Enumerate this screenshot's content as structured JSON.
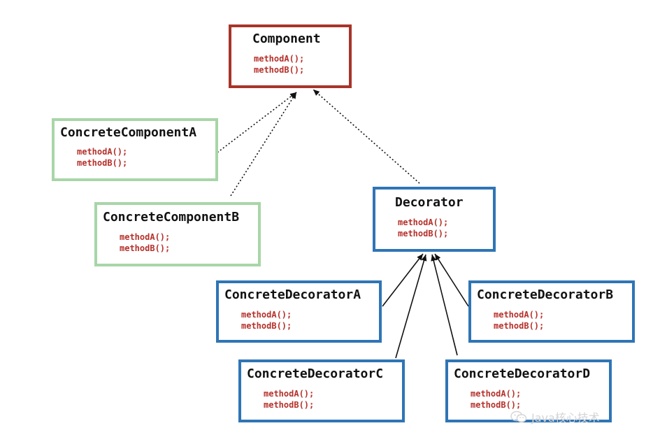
{
  "colors": {
    "component_border": "#a8342a",
    "concrete_component_border": "#a8d5a8",
    "decorator_border": "#2f75b5",
    "method_text": "#b5302a"
  },
  "classes": {
    "component": {
      "name": "Component",
      "methods": [
        "methodA();",
        "methodB();"
      ]
    },
    "concrete_component_a": {
      "name": "ConcreteComponentA",
      "methods": [
        "methodA();",
        "methodB();"
      ]
    },
    "concrete_component_b": {
      "name": "ConcreteComponentB",
      "methods": [
        "methodA();",
        "methodB();"
      ]
    },
    "decorator": {
      "name": "Decorator",
      "methods": [
        "methodA();",
        "methodB();"
      ]
    },
    "concrete_decorator_a": {
      "name": "ConcreteDecoratorA",
      "methods": [
        "methodA();",
        "methodB();"
      ]
    },
    "concrete_decorator_b": {
      "name": "ConcreteDecoratorB",
      "methods": [
        "methodA();",
        "methodB();"
      ]
    },
    "concrete_decorator_c": {
      "name": "ConcreteDecoratorC",
      "methods": [
        "methodA();",
        "methodB();"
      ]
    },
    "concrete_decorator_d": {
      "name": "ConcreteDecoratorD",
      "methods": [
        "methodA();",
        "methodB();"
      ]
    }
  },
  "relations": [
    {
      "from": "concrete_component_a",
      "to": "component",
      "style": "dotted"
    },
    {
      "from": "concrete_component_b",
      "to": "component",
      "style": "dotted"
    },
    {
      "from": "decorator",
      "to": "component",
      "style": "dotted"
    },
    {
      "from": "concrete_decorator_a",
      "to": "decorator",
      "style": "solid"
    },
    {
      "from": "concrete_decorator_b",
      "to": "decorator",
      "style": "solid"
    },
    {
      "from": "concrete_decorator_c",
      "to": "decorator",
      "style": "solid"
    },
    {
      "from": "concrete_decorator_d",
      "to": "decorator",
      "style": "solid"
    }
  ],
  "watermark": {
    "text": "Java核心技术",
    "icon": "wechat-icon"
  }
}
